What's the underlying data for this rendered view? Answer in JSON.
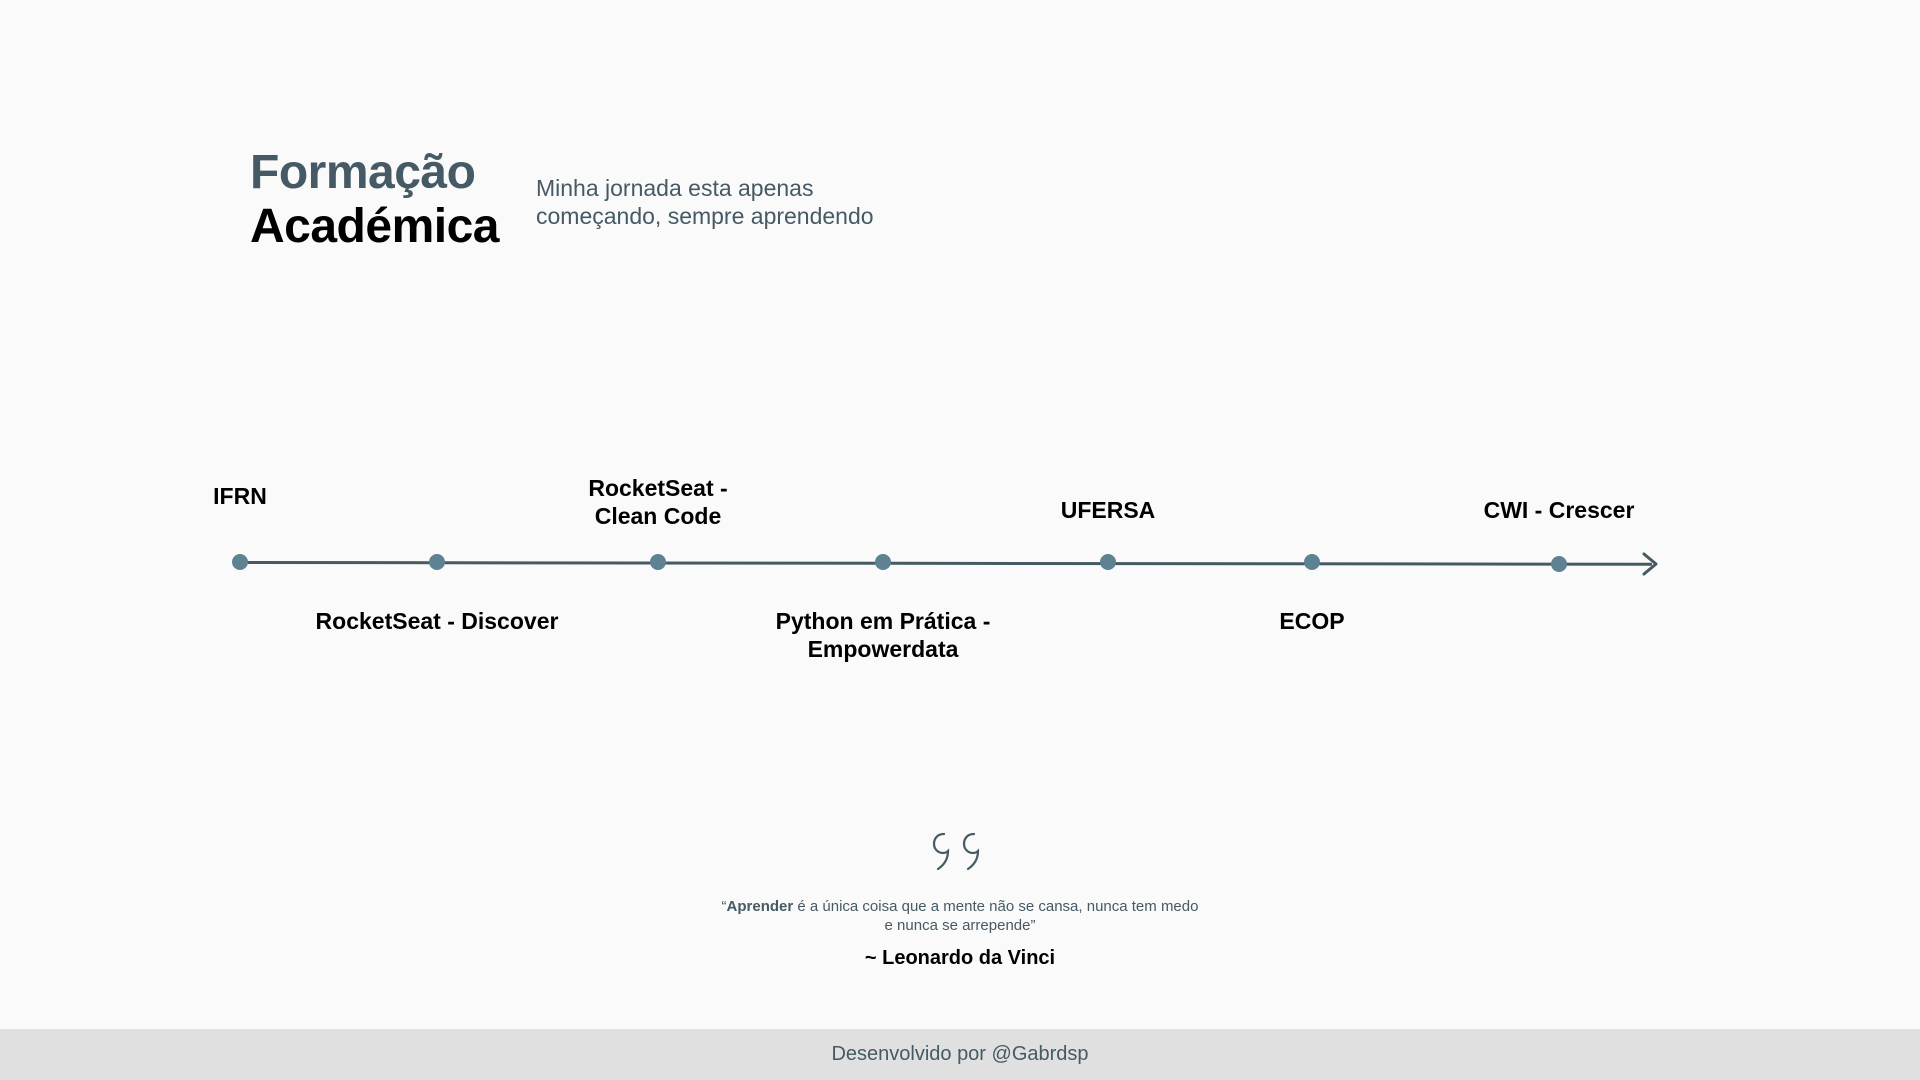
{
  "header": {
    "title_line1": "Formação",
    "title_line2": "Académica",
    "subtitle_line1": "Minha jornada esta apenas",
    "subtitle_line2": "começando, sempre aprendendo"
  },
  "timeline": {
    "items": [
      {
        "line1": "IFRN",
        "line2": "",
        "position": "above"
      },
      {
        "line1": "RocketSeat - Discover",
        "line2": "",
        "position": "below"
      },
      {
        "line1": "RocketSeat -",
        "line2": "Clean Code",
        "position": "above"
      },
      {
        "line1": "Python em Prática -",
        "line2": "Empowerdata",
        "position": "below"
      },
      {
        "line1": "UFERSA",
        "line2": "",
        "position": "above"
      },
      {
        "line1": "ECOP",
        "line2": "",
        "position": "below"
      },
      {
        "line1": "CWI - Crescer",
        "line2": "",
        "position": "above"
      }
    ]
  },
  "quote": {
    "open_mark": "“",
    "bold_word": "Aprender",
    "rest": " é a única coisa que a mente não se cansa, nunca tem medo e nunca se arrepende”",
    "author": "~ Leonardo da Vinci"
  },
  "footer": {
    "text": "Desenvolvido por @Gabrdsp"
  },
  "colors": {
    "primary": "#455a64",
    "dot": "#5f8292",
    "background": "#fafafa",
    "footer_bg": "#e0e0e0"
  }
}
